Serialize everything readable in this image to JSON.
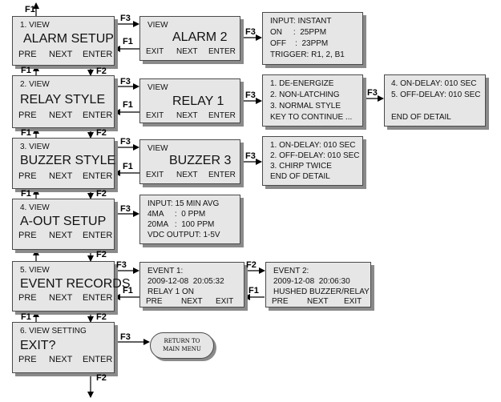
{
  "menu": [
    {
      "title": "1. VIEW",
      "name": "ALARM SETUP",
      "softkeys": [
        "PRE",
        "NEXT",
        "ENTER"
      ]
    },
    {
      "title": "2. VIEW",
      "name": "RELAY STYLE",
      "softkeys": [
        "PRE",
        "NEXT",
        "ENTER"
      ]
    },
    {
      "title": "3. VIEW",
      "name": "BUZZER STYLE",
      "softkeys": [
        "PRE",
        "NEXT",
        "ENTER"
      ]
    },
    {
      "title": "4. VIEW",
      "name": "A-OUT SETUP",
      "softkeys": [
        "PRE",
        "NEXT",
        "ENTER"
      ]
    },
    {
      "title": "5. VIEW",
      "name": "EVENT RECORDS",
      "softkeys": [
        "PRE",
        "NEXT",
        "ENTER"
      ]
    },
    {
      "title": "6. VIEW SETTING",
      "name": "EXIT?",
      "softkeys": [
        "PRE",
        "NEXT",
        "ENTER"
      ]
    }
  ],
  "sub": {
    "alarm": {
      "title": "VIEW",
      "name": "ALARM 2",
      "softkeys": [
        "EXIT",
        "NEXT",
        "ENTER"
      ]
    },
    "relay": {
      "title": "VIEW",
      "name": "RELAY 1",
      "softkeys": [
        "EXIT",
        "NEXT",
        "ENTER"
      ]
    },
    "buzzer": {
      "title": "VIEW",
      "name": "BUZZER 3",
      "softkeys": [
        "EXIT",
        "NEXT",
        "ENTER"
      ]
    }
  },
  "details": {
    "alarm": [
      "INPUT: INSTANT",
      "ON     :  25PPM",
      "OFF    :  23PPM",
      "TRIGGER: R1, 2, B1"
    ],
    "relay": [
      "1. DE-ENERGIZE",
      "2. NON-LATCHING",
      "3. NORMAL STYLE",
      "KEY TO CONTINUE ..."
    ],
    "relay_more": [
      "4. ON-DELAY: 010 SEC",
      "5. OFF-DELAY: 010 SEC",
      "",
      "END OF DETAIL"
    ],
    "buzzer": [
      "1. ON-DELAY: 010 SEC",
      "2. OFF-DELAY: 010 SEC",
      "3. CHIRP TWICE",
      "END OF DETAIL"
    ],
    "aout": [
      "INPUT: 15 MIN AVG",
      "4MA     :  0 PPM",
      "20MA   :  100 PPM",
      "VDC OUTPUT: 1-5V"
    ]
  },
  "events": {
    "event1": {
      "lines": [
        "EVENT 1:",
        "2009-12-08  20:05:32",
        "RELAY 1 ON"
      ],
      "softkeys": [
        "PRE",
        "NEXT",
        "EXIT"
      ]
    },
    "event2": {
      "lines": [
        "EVENT 2:",
        "2009-12-08  20:06:30",
        "HUSHED BUZZER/RELAY"
      ],
      "softkeys": [
        "PRE",
        "NEXT",
        "EXIT"
      ]
    }
  },
  "terminal": {
    "line1": "RETURN TO",
    "line2": "MAIN MENU"
  },
  "keys": {
    "f1": "F1",
    "f2": "F2",
    "f3": "F3"
  }
}
